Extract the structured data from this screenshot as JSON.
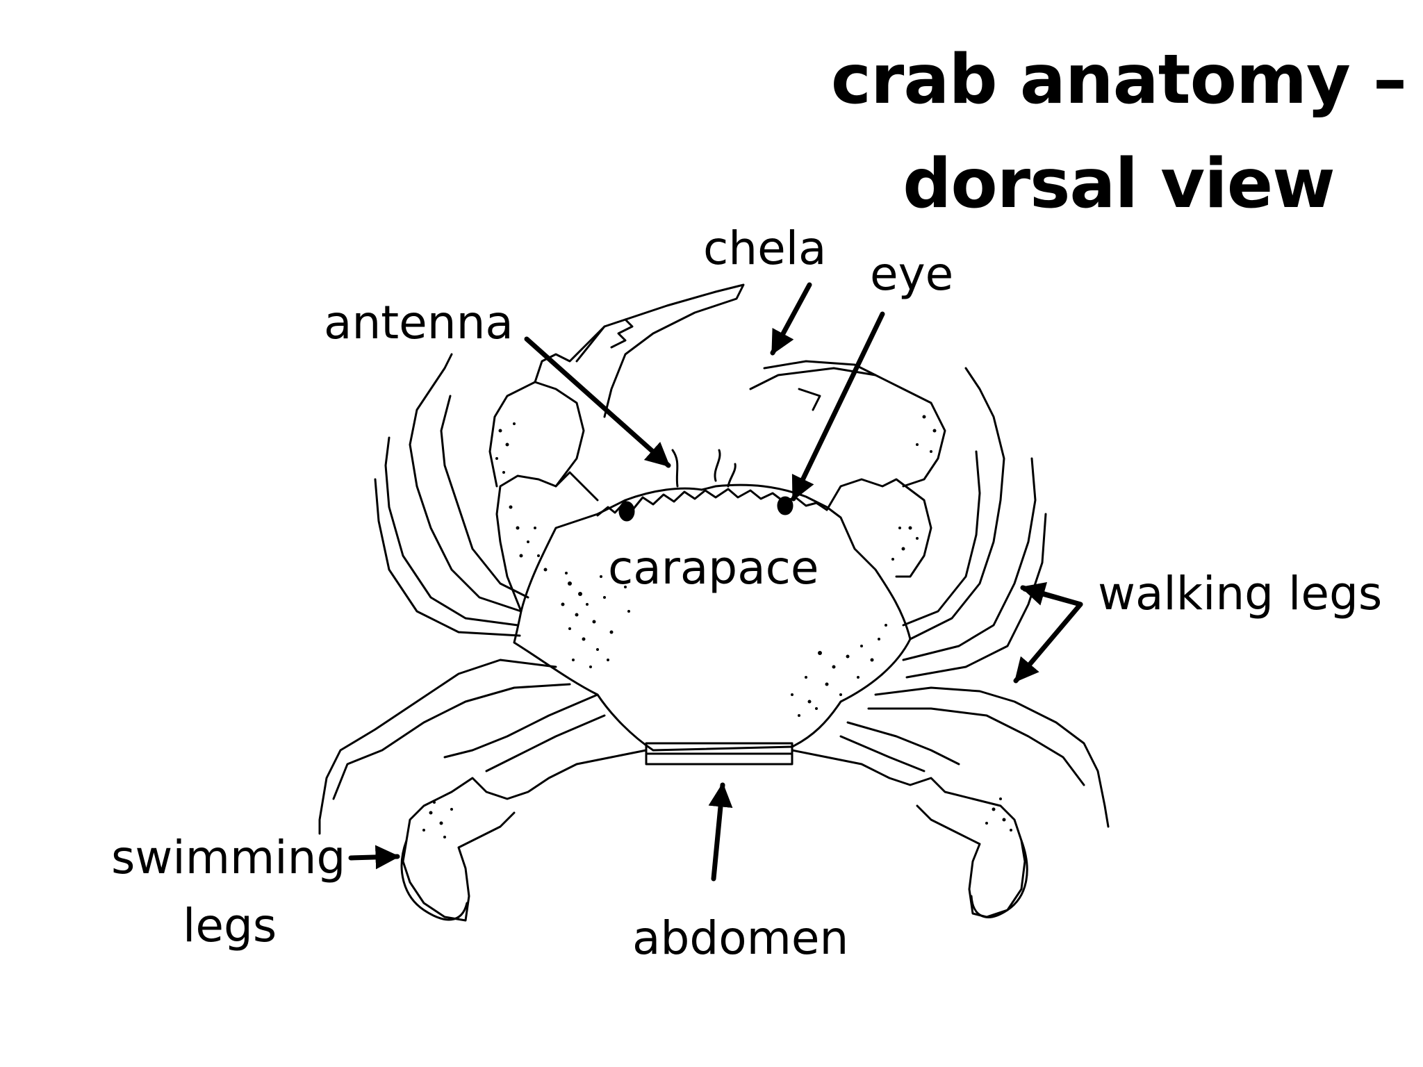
{
  "title": {
    "line1": "crab anatomy –",
    "line2": "dorsal view"
  },
  "labels": {
    "chela": "chela",
    "eye": "eye",
    "antenna": "antenna",
    "carapace": "carapace",
    "walking_legs": "walking legs",
    "swimming_legs_line1": "swimming",
    "swimming_legs_line2": "legs",
    "abdomen": "abdomen"
  },
  "colors": {
    "ink": "#000000",
    "background": "#ffffff"
  }
}
